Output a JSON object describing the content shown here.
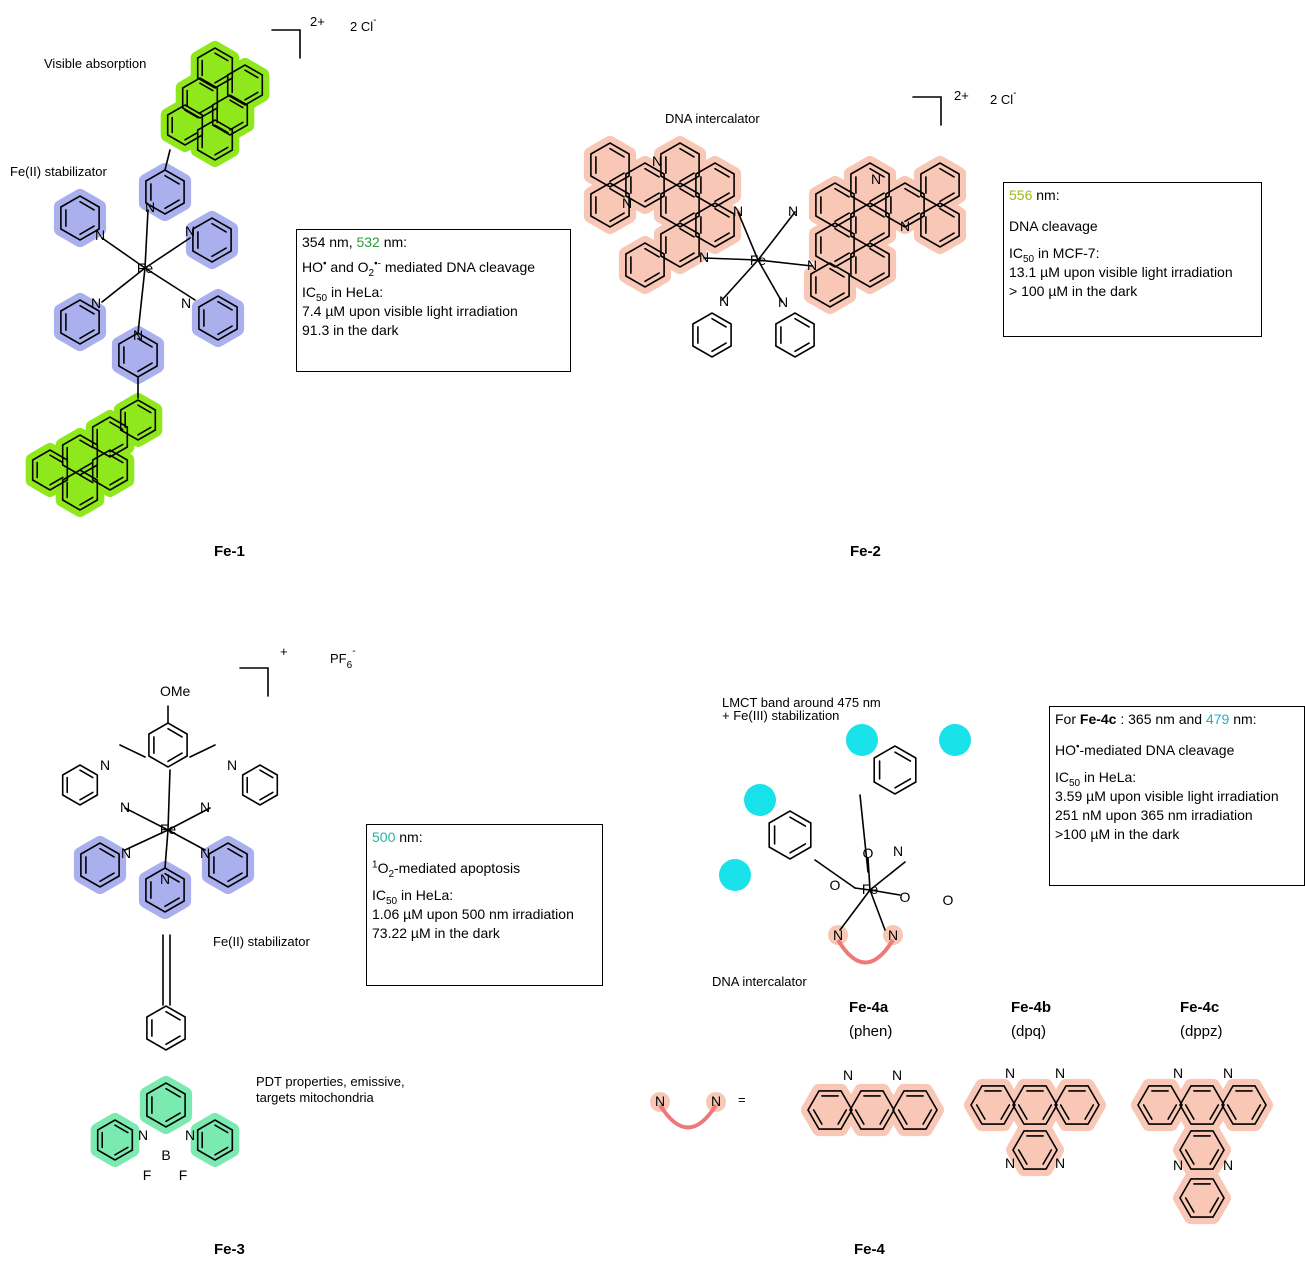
{
  "fe1": {
    "label": "Fe-1",
    "charge": "2+",
    "counterion": "2 Cl",
    "counterion_sup": "-",
    "annot_visible": "Visible absorption",
    "annot_stab": "Fe(II) stabilizator",
    "box": {
      "line1_a": "354 nm, ",
      "line1_b": "532",
      "line1_c": " nm:",
      "ros_a": "HO",
      "ros_b": " and O",
      "ros_sub": "2",
      "ros_c": " mediated DNA cleavage",
      "ic_label": "IC",
      "ic_sub": "50",
      "ic_cell": " in HeLa:",
      "v1": "7.4 µM upon visible light irradiation",
      "v2": "91.3 in the dark"
    }
  },
  "fe2": {
    "label": "Fe-2",
    "charge": "2+",
    "counterion": "2 Cl",
    "counterion_sup": "-",
    "annot": "DNA intercalator",
    "box": {
      "wl": "556",
      "wl_unit": " nm:",
      "mode": "DNA cleavage",
      "ic_label": "IC",
      "ic_sub": "50",
      "ic_cell": " in MCF-7:",
      "v1": "13.1 µM upon visible light irradiation",
      "v2": "> 100 µM in the dark"
    }
  },
  "fe3": {
    "label": "Fe-3",
    "charge": "+",
    "counterion": "PF",
    "counterion_sub": "6",
    "counterion_sup": "-",
    "ome": "OMe",
    "annot_stab": "Fe(II) stabilizator",
    "annot_bodipy_1": "PDT properties, emissive,",
    "annot_bodipy_2": "targets mitochondria",
    "box": {
      "wl": "500",
      "wl_unit": " nm:",
      "mode_sup": "1",
      "mode_a": "O",
      "mode_sub": "2",
      "mode_b": "-mediated apoptosis",
      "ic_label": "IC",
      "ic_sub": "50",
      "ic_cell": " in HeLa:",
      "v1": "1.06 µM upon 500 nm irradiation",
      "v2": "73.22 µM in the dark"
    }
  },
  "fe4": {
    "label": "Fe-4",
    "annot_lmct_1": "LMCT band around 475 nm",
    "annot_lmct_2": "+ Fe(III) stabilization",
    "annot_dna": "DNA intercalator",
    "equals": "=",
    "variants": [
      {
        "name": "Fe-4a",
        "ligand": "(phen)"
      },
      {
        "name": "Fe-4b",
        "ligand": "(dpq)"
      },
      {
        "name": "Fe-4c",
        "ligand": "(dppz)"
      }
    ],
    "box": {
      "for": "For ",
      "for_b": "Fe-4c",
      "wl_a": " : 365 nm and ",
      "wl_b": "479",
      "wl_c": " nm:",
      "ros_a": "HO",
      "ros_b": "-mediated DNA cleavage",
      "ic_label": "IC",
      "ic_sub": "50",
      "ic_cell": " in HeLa:",
      "v1": "3.59 µM upon visible light irradiation",
      "v2": "251 nM upon 365 nm irradiation",
      "v3": ">100 µM in the dark"
    }
  },
  "colors": {
    "pyrene": "#8ee81c",
    "terpy": "#aab0ee",
    "dppz": "#f8c7b6",
    "tbutyl": "#19e2ea",
    "bodipy": "#7beab0",
    "bridge": "#ee7a78",
    "accent_green": "#2e9a3a",
    "accent_olive": "#a5b51c",
    "accent_teal": "#1fb7a3",
    "accent_cyan": "#22b0c0"
  }
}
